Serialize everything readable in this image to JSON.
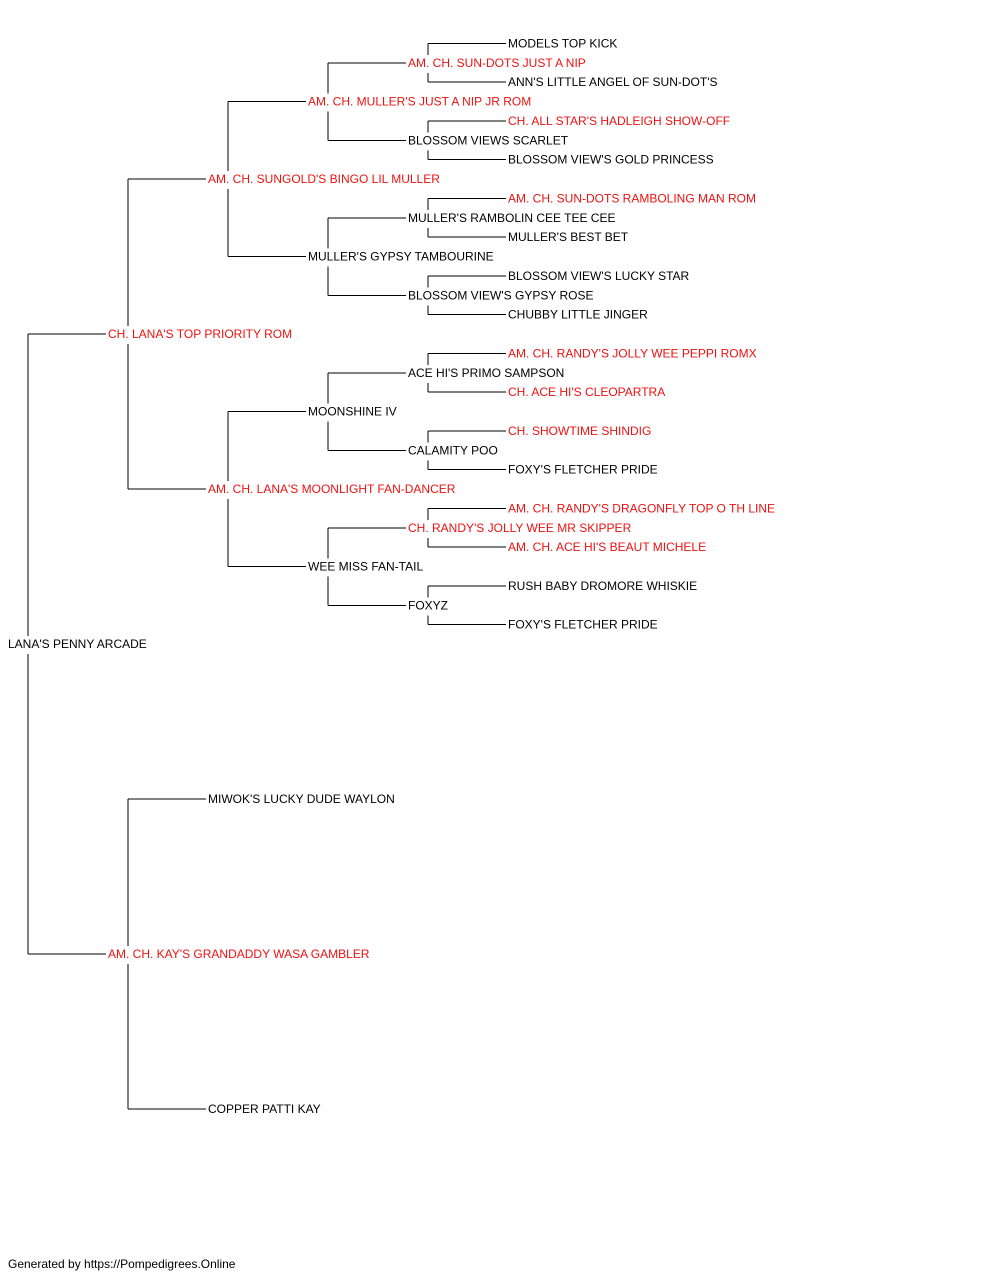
{
  "colors": {
    "champion": "#ee1111",
    "normal": "#000000",
    "line": "#000000"
  },
  "root": {
    "name": "LANA'S PENNY ARCADE",
    "ch": false,
    "sire": {
      "name": "CH. LANA'S TOP PRIORITY ROM",
      "ch": true,
      "sire": {
        "name": "AM. CH. SUNGOLD'S BINGO LIL MULLER",
        "ch": true,
        "sire": {
          "name": "AM. CH. MULLER'S JUST A NIP JR ROM",
          "ch": true,
          "sire": {
            "name": "AM. CH. SUN-DOTS JUST A NIP",
            "ch": true,
            "sire": {
              "name": "MODELS TOP KICK",
              "ch": false
            },
            "dam": {
              "name": "ANN'S LITTLE ANGEL OF SUN-DOT'S",
              "ch": false
            }
          },
          "dam": {
            "name": "BLOSSOM VIEWS SCARLET",
            "ch": false,
            "sire": {
              "name": "CH. ALL STAR'S HADLEIGH SHOW-OFF",
              "ch": true
            },
            "dam": {
              "name": "BLOSSOM VIEW'S GOLD PRINCESS",
              "ch": false
            }
          }
        },
        "dam": {
          "name": "MULLER'S GYPSY TAMBOURINE",
          "ch": false,
          "sire": {
            "name": "MULLER'S RAMBOLIN CEE TEE CEE",
            "ch": false,
            "sire": {
              "name": "AM. CH. SUN-DOTS RAMBOLING MAN ROM",
              "ch": true
            },
            "dam": {
              "name": "MULLER'S BEST BET",
              "ch": false
            }
          },
          "dam": {
            "name": "BLOSSOM VIEW'S GYPSY ROSE",
            "ch": false,
            "sire": {
              "name": "BLOSSOM VIEW'S LUCKY STAR",
              "ch": false
            },
            "dam": {
              "name": "CHUBBY LITTLE JINGER",
              "ch": false
            }
          }
        }
      },
      "dam": {
        "name": "AM. CH. LANA'S MOONLIGHT FAN-DANCER",
        "ch": true,
        "sire": {
          "name": "MOONSHINE IV",
          "ch": false,
          "sire": {
            "name": "ACE HI'S PRIMO SAMPSON",
            "ch": false,
            "sire": {
              "name": "AM. CH. RANDY'S JOLLY WEE PEPPI ROMX",
              "ch": true
            },
            "dam": {
              "name": "CH. ACE HI'S CLEOPARTRA",
              "ch": true
            }
          },
          "dam": {
            "name": "CALAMITY POO",
            "ch": false,
            "sire": {
              "name": "CH. SHOWTIME SHINDIG",
              "ch": true
            },
            "dam": {
              "name": "FOXY'S FLETCHER PRIDE",
              "ch": false
            }
          }
        },
        "dam": {
          "name": "WEE MISS FAN-TAIL",
          "ch": false,
          "sire": {
            "name": "CH. RANDY'S JOLLY WEE MR SKIPPER",
            "ch": true,
            "sire": {
              "name": "AM. CH. RANDY'S DRAGONFLY TOP O TH LINE",
              "ch": true
            },
            "dam": {
              "name": "AM. CH. ACE HI'S BEAUT MICHELE",
              "ch": true
            }
          },
          "dam": {
            "name": "FOXYZ",
            "ch": false,
            "sire": {
              "name": "RUSH BABY DROMORE WHISKIE",
              "ch": false
            },
            "dam": {
              "name": "FOXY'S FLETCHER PRIDE",
              "ch": false
            }
          }
        }
      }
    },
    "dam": {
      "name": "AM. CH. KAY'S GRANDADDY WASA GAMBLER",
      "ch": true,
      "sire": {
        "name": "MIWOK'S LUCKY DUDE WAYLON",
        "ch": false
      },
      "dam": {
        "name": "COPPER PATTI KAY",
        "ch": false
      }
    }
  },
  "footer": {
    "text": "Generated by https://Pompedigrees.Online"
  }
}
